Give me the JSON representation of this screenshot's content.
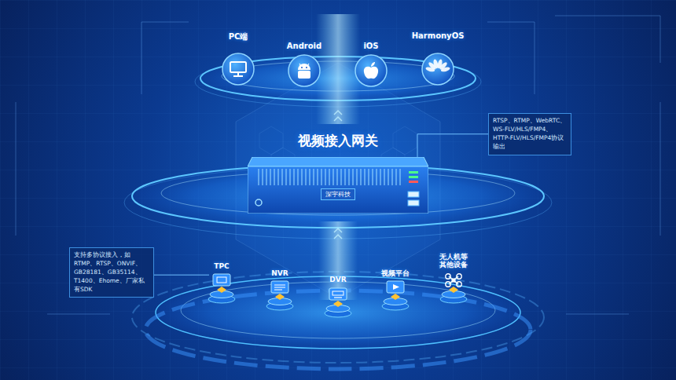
{
  "diagram": {
    "title": "视频接入网关",
    "nodes": [
      {
        "text": [
          "PC端"
        ]
      },
      {
        "text": [
          "Android"
        ]
      },
      {
        "text": [
          "iOS"
        ]
      },
      {
        "text": [
          "HarmonyOS"
        ]
      },
      {
        "text": [
          "RTSP、RTMP、WebRTC、WS-FLV/HLS/FMP4、HTTP-FLV/HLS/FMP4协议输出"
        ]
      },
      {
        "text": [
          "深宇科技"
        ]
      },
      {
        "text": [
          "支持多协议接入，如RTMP、RTSP、ONVIF、GB28181、GB35114、T1400、Ehome、厂家私有SDK"
        ]
      },
      {
        "text": [
          "TPC"
        ]
      },
      {
        "text": [
          "NVR"
        ]
      },
      {
        "text": [
          "DVR"
        ]
      },
      {
        "text": [
          "视频平台"
        ]
      },
      {
        "text": [
          "无人机等 其他设备"
        ]
      }
    ],
    "edges": [
      {
        "from": 4,
        "to": 5,
        "arrow": "none"
      },
      {
        "from": 6,
        "to": 7,
        "arrow": "none"
      }
    ]
  }
}
